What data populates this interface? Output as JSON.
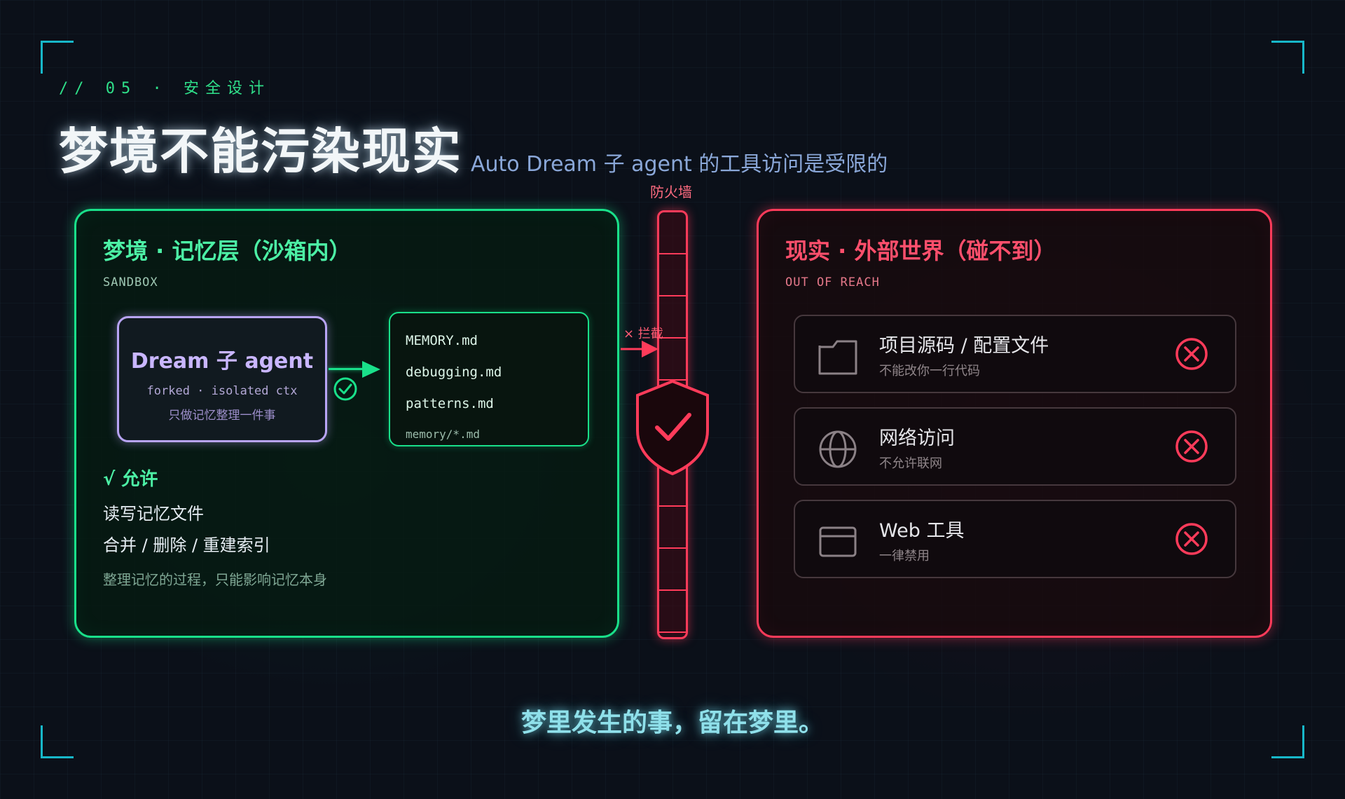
{
  "header": {
    "section_tag": "// 05 · 安全设计",
    "title": "梦境不能污染现实",
    "subtitle": "Auto Dream 子 agent 的工具访问是受限的"
  },
  "left_panel": {
    "title": "梦境 · 记忆层（沙箱内）",
    "subtitle": "SANDBOX",
    "agent": {
      "name": "Dream 子 agent",
      "meta": "forked · isolated ctx",
      "desc": "只做记忆整理一件事"
    },
    "files": [
      "MEMORY.md",
      "debugging.md",
      "patterns.md"
    ],
    "files_glob": "memory/*.md",
    "allow_title": "√ 允许",
    "allow_items": [
      "读写记忆文件",
      "合并 / 删除 / 重建索引"
    ],
    "allow_note": "整理记忆的过程，只能影响记忆本身"
  },
  "firewall": {
    "label": "防火墙",
    "block_label": "× 拦截"
  },
  "right_panel": {
    "title": "现实 · 外部世界（碰不到）",
    "subtitle": "OUT OF REACH",
    "items": [
      {
        "name": "项目源码 / 配置文件",
        "desc": "不能改你一行代码",
        "icon": "folder-icon"
      },
      {
        "name": "网络访问",
        "desc": "不允许联网",
        "icon": "globe-icon"
      },
      {
        "name": "Web 工具",
        "desc": "一律禁用",
        "icon": "browser-window-icon"
      }
    ]
  },
  "footer": "梦里发生的事，留在梦里。",
  "colors": {
    "green": "#19e08a",
    "red": "#ff3b5a",
    "purple": "#b8a4f5",
    "cyan": "#17b7c9"
  }
}
